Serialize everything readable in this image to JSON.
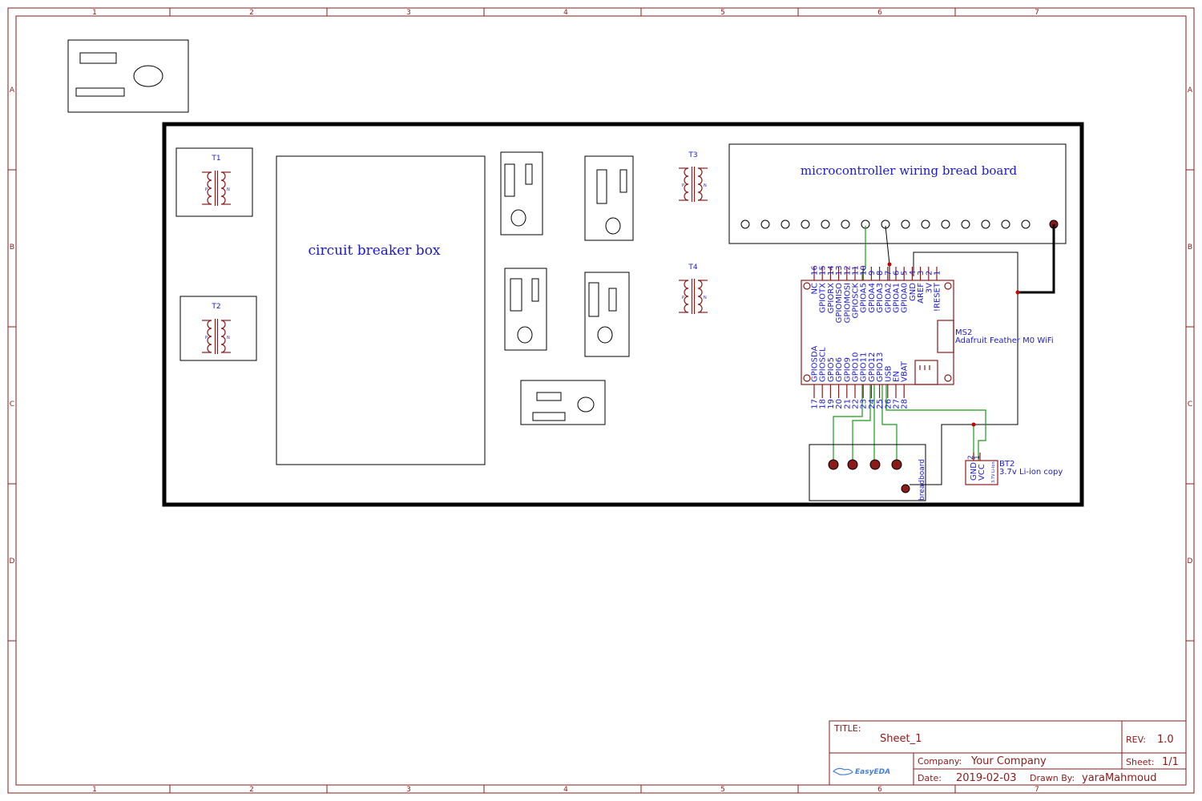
{
  "sheet": {
    "columns": [
      "1",
      "2",
      "3",
      "4",
      "5",
      "6",
      "7"
    ],
    "rows": [
      "A",
      "B",
      "C",
      "D"
    ]
  },
  "transformers": [
    {
      "ref": "T1",
      "lbl_p": "P",
      "lbl_n": "N"
    },
    {
      "ref": "T2",
      "lbl_p": "P",
      "lbl_n": "N"
    },
    {
      "ref": "T3",
      "lbl_p": "P",
      "lbl_n": "N"
    },
    {
      "ref": "T4",
      "lbl_p": "P",
      "lbl_n": "N"
    }
  ],
  "labels": {
    "breaker": "circuit breaker box",
    "mcu_board": "microcontroller wiring bread board",
    "breadboard": "breadboard"
  },
  "mcu": {
    "ref": "MS2",
    "name": "Adafruit Feather M0 WiFi",
    "top_pins": [
      {
        "num": "16",
        "name": "NC"
      },
      {
        "num": "15",
        "name": "GPIOTX"
      },
      {
        "num": "14",
        "name": "GPIORX"
      },
      {
        "num": "13",
        "name": "GPIOMISO"
      },
      {
        "num": "12",
        "name": "GPIOMOSI"
      },
      {
        "num": "11",
        "name": "GPIOSCK"
      },
      {
        "num": "10",
        "name": "GPIOA5"
      },
      {
        "num": "9",
        "name": "GPIOA4"
      },
      {
        "num": "8",
        "name": "GPIOA3"
      },
      {
        "num": "7",
        "name": "GPIOA2"
      },
      {
        "num": "6",
        "name": "GPIOA1"
      },
      {
        "num": "5",
        "name": "GPIOA0"
      },
      {
        "num": "4",
        "name": "GND"
      },
      {
        "num": "3",
        "name": "AREF"
      },
      {
        "num": "2",
        "name": "3V"
      },
      {
        "num": "1",
        "name": "!RESET"
      }
    ],
    "bottom_pins": [
      {
        "num": "17",
        "name": "GPIOSDA"
      },
      {
        "num": "18",
        "name": "GPIOSCL"
      },
      {
        "num": "19",
        "name": "GPIO5"
      },
      {
        "num": "20",
        "name": "GPIO6"
      },
      {
        "num": "21",
        "name": "GPIO9"
      },
      {
        "num": "22",
        "name": "GPIO10"
      },
      {
        "num": "23",
        "name": "GPIO11"
      },
      {
        "num": "24",
        "name": "GPIO12"
      },
      {
        "num": "25",
        "name": "GPIO13"
      },
      {
        "num": "26",
        "name": "USB"
      },
      {
        "num": "27",
        "name": "EN"
      },
      {
        "num": "28",
        "name": "VBAT"
      }
    ]
  },
  "battery": {
    "ref": "BT2",
    "name": "3.7v Li-ion copy",
    "inner": "3.7V Li-Ion",
    "pin2_num": "2",
    "pin2_name": "GND",
    "pin1_num": "1",
    "pin1_name": "VCC"
  },
  "title_block": {
    "title_label": "TITLE:",
    "title": "Sheet_1",
    "rev_label": "REV:",
    "rev": "1.0",
    "company_label": "Company:",
    "company": "Your Company",
    "sheet_label": "Sheet:",
    "sheet": "1/1",
    "date_label": "Date:",
    "date": "2019-02-03",
    "drawn_label": "Drawn By:",
    "drawn": "yaraMahmoud",
    "logo": "EasyEDA"
  },
  "colors": {
    "frame": "#8b1a1a",
    "label_blue": "#1a1acc",
    "wire_green": "#1a9a1a",
    "junction": "#cc0000"
  }
}
